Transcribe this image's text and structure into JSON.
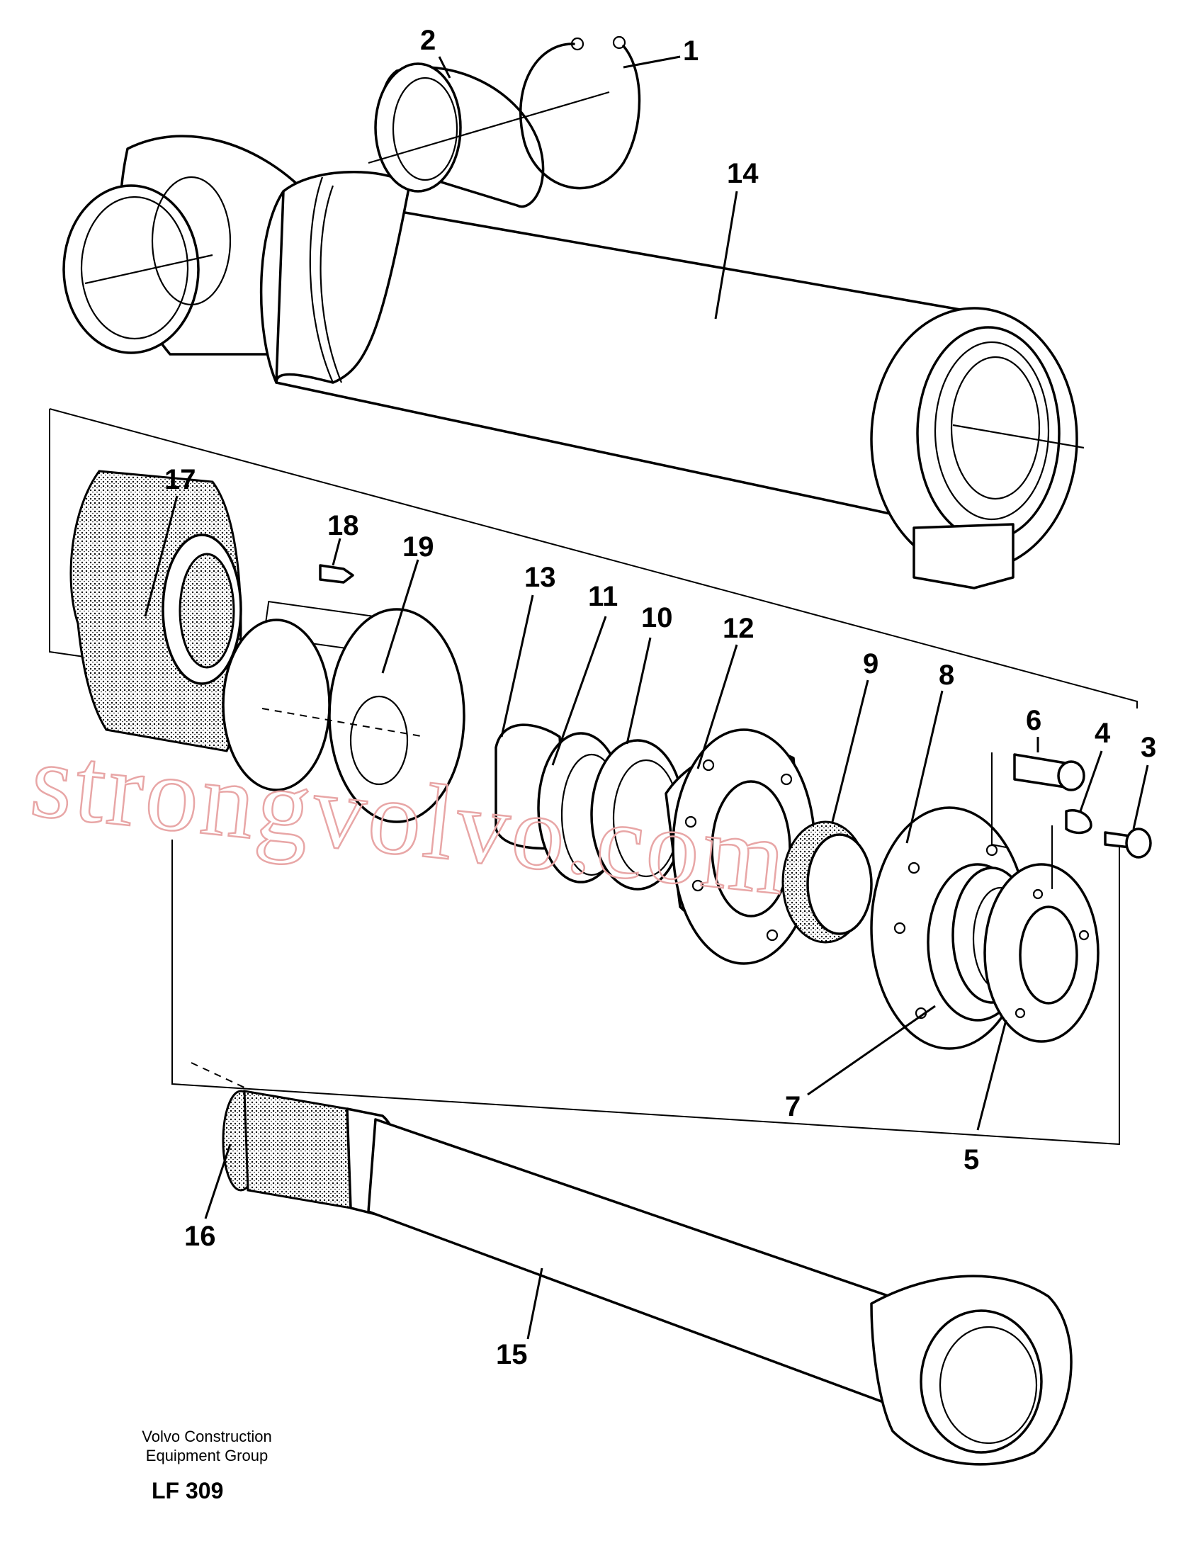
{
  "callouts": [
    "1",
    "2",
    "3",
    "4",
    "5",
    "6",
    "7",
    "8",
    "9",
    "10",
    "11",
    "12",
    "13",
    "14",
    "15",
    "16",
    "17",
    "18",
    "19"
  ],
  "watermark": "strongvolvo.com",
  "footer": {
    "company_line1": "Volvo Construction",
    "company_line2": "Equipment Group",
    "code": "LF 309"
  }
}
